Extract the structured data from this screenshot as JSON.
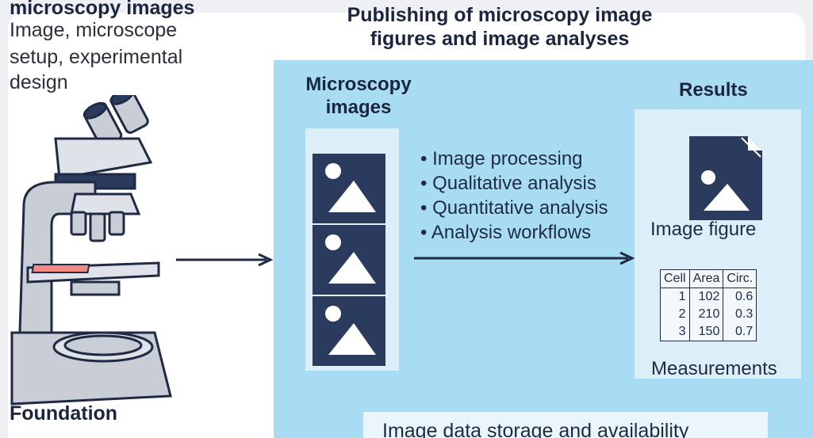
{
  "left": {
    "heading": "microscopy images",
    "lines": [
      "Image, microscope",
      "setup, experimental",
      "design"
    ],
    "footer_heading": "Foundation"
  },
  "publishing": {
    "title": "Publishing of microscopy image figures and image analyses",
    "images_title": "Microscopy images",
    "results_title": "Results",
    "analysis_steps": [
      "Image processing",
      "Qualitative analysis",
      "Quantitative analysis",
      "Analysis workflows"
    ],
    "image_figure_label": "Image figure",
    "measurements_label": "Measurements",
    "table": {
      "headers": [
        "Cell",
        "Area",
        "Circ."
      ],
      "rows": [
        [
          "1",
          "102",
          "0.6"
        ],
        [
          "2",
          "210",
          "0.3"
        ],
        [
          "3",
          "150",
          "0.7"
        ]
      ]
    },
    "storage_label": "Image data storage and availability"
  },
  "colors": {
    "panel_blue": "#a7dcf2",
    "tile_light": "#dceff8",
    "icon_navy": "#2b3b5e",
    "microscope_grey": "#c9cdd6",
    "slide_pink": "#f28b86"
  },
  "icons": [
    "microscope-icon",
    "image-icon",
    "document-image-icon",
    "arrow-right-icon"
  ]
}
